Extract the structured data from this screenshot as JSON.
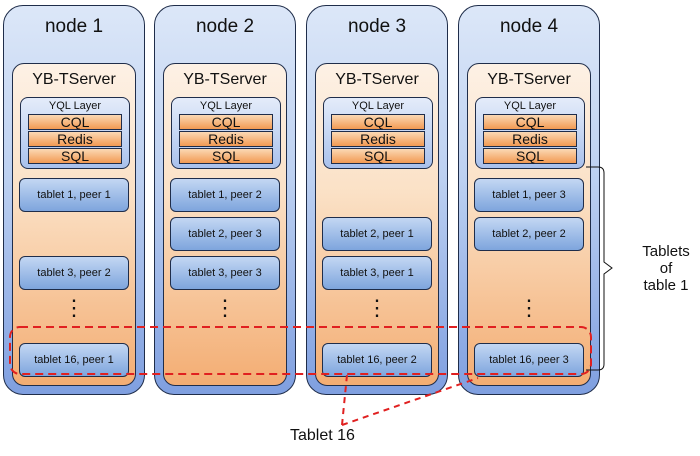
{
  "nodes": [
    {
      "title": "node 1",
      "tserver": "YB-TServer",
      "yql": "YQL Layer",
      "apis": [
        "CQL",
        "Redis",
        "SQL"
      ],
      "tablets": [
        {
          "label": "tablet 1, peer 1",
          "slot": 0
        },
        {
          "label": "tablet 3, peer 2",
          "slot": 2
        },
        {
          "label": "tablet 16, peer 1",
          "slot": 4
        }
      ]
    },
    {
      "title": "node 2",
      "tserver": "YB-TServer",
      "yql": "YQL Layer",
      "apis": [
        "CQL",
        "Redis",
        "SQL"
      ],
      "tablets": [
        {
          "label": "tablet 1, peer 2",
          "slot": 0
        },
        {
          "label": "tablet 2, peer 3",
          "slot": 1
        },
        {
          "label": "tablet 3, peer 3",
          "slot": 2
        }
      ]
    },
    {
      "title": "node 3",
      "tserver": "YB-TServer",
      "yql": "YQL Layer",
      "apis": [
        "CQL",
        "Redis",
        "SQL"
      ],
      "tablets": [
        {
          "label": "tablet 2, peer 1",
          "slot": 1
        },
        {
          "label": "tablet 3, peer 1",
          "slot": 2
        },
        {
          "label": "tablet 16, peer 2",
          "slot": 4
        }
      ]
    },
    {
      "title": "node 4",
      "tserver": "YB-TServer",
      "yql": "YQL Layer",
      "apis": [
        "CQL",
        "Redis",
        "SQL"
      ],
      "tablets": [
        {
          "label": "tablet 1, peer 3",
          "slot": 0
        },
        {
          "label": "tablet 2, peer 2",
          "slot": 1
        },
        {
          "label": "tablet 16, peer 3",
          "slot": 4
        }
      ]
    }
  ],
  "ellipsis": "⋮",
  "labels": {
    "tablets_of_table": [
      "Tablets",
      "of",
      "table 1"
    ],
    "tablet16": "Tablet 16"
  },
  "colors": {
    "highlight": "#e02020"
  }
}
